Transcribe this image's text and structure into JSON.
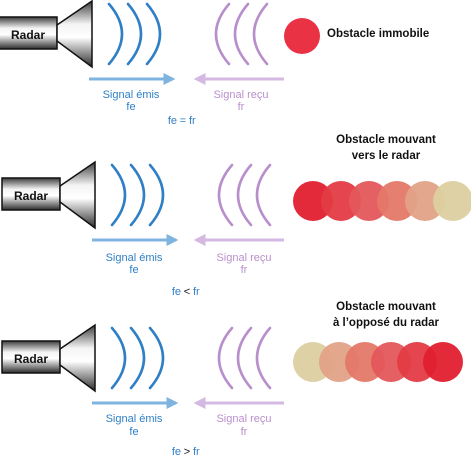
{
  "colors": {
    "blue_wave": "#2f7fc6",
    "blue_arrow": "#7fb3e0",
    "blue_text": "#2f7fc6",
    "purple_wave": "#b88fcc",
    "purple_arrow": "#d4b9e2",
    "purple_text": "#b88fcc",
    "radar_border": "#111111",
    "formula": "#2f7fc6"
  },
  "icons": [
    "radar-icon",
    "emitted-wave-icon",
    "reflected-wave-icon",
    "obstacle-icon"
  ],
  "rows": [
    {
      "radar_label": "Radar",
      "emitted_label": "Signal émis",
      "emitted_sub": "fe",
      "received_label": "Signal reçu",
      "received_sub": "fr",
      "formula_left": "fe",
      "formula_op": "=",
      "formula_right": "fr",
      "obstacle_title": [
        "Obstacle immobile"
      ],
      "obstacle_colors": [
        "#e8283b"
      ]
    },
    {
      "radar_label": "Radar",
      "emitted_label": "Signal émis",
      "emitted_sub": "fe",
      "received_label": "Signal reçu",
      "received_sub": "fr",
      "formula_left": "fe",
      "formula_op": "<",
      "formula_right": "fr",
      "obstacle_title": [
        "Obstacle mouvant",
        "vers le radar"
      ],
      "obstacle_colors": [
        "#e01f30",
        "#e33b45",
        "#e4575a",
        "#e47868",
        "#e2a287",
        "#dccfa0"
      ]
    },
    {
      "radar_label": "Radar",
      "emitted_label": "Signal émis",
      "emitted_sub": "fe",
      "received_label": "Signal reçu",
      "received_sub": "fr",
      "formula_left": "fe",
      "formula_op": ">",
      "formula_right": "fr",
      "obstacle_title": [
        "Obstacle mouvant",
        "à l’opposé du radar"
      ],
      "obstacle_colors": [
        "#dccfa0",
        "#e2a287",
        "#e47868",
        "#e4575a",
        "#e33b45",
        "#e01f30"
      ]
    }
  ]
}
